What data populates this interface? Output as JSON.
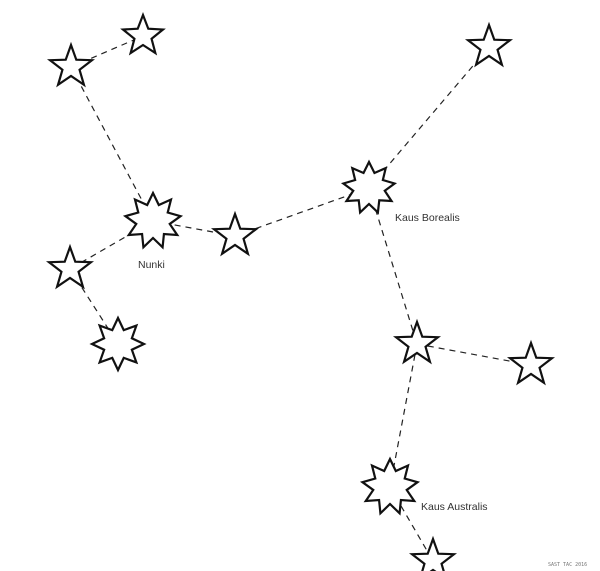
{
  "labels": {
    "nunki": "Nunki",
    "kaus_borealis": "Kaus Borealis",
    "kaus_australis": "Kaus Australis"
  },
  "watermark": "SAST TAC 2016",
  "colors": {
    "background": "#ffffff",
    "star_outline": "#111111",
    "line": "#222222",
    "label": "#333333"
  }
}
